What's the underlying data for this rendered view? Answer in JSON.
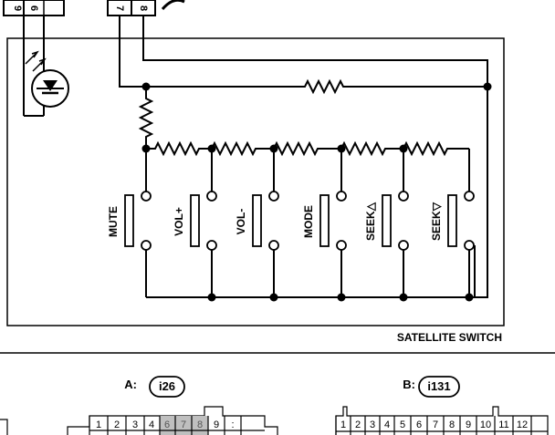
{
  "colors": {
    "line": "#000000",
    "background": "#ffffff",
    "shaded_cell": "#bfbfbf"
  },
  "top_connector_pins": [
    "9",
    "6",
    "7",
    "8"
  ],
  "switches": [
    {
      "label": "MUTE"
    },
    {
      "label": "VOL+"
    },
    {
      "label": "VOL-"
    },
    {
      "label": "MODE"
    },
    {
      "label": "SEEK△"
    },
    {
      "label": "SEEK▽"
    }
  ],
  "enclosure_label": "SATELLITE SWITCH",
  "connector_a": {
    "prefix": "A:",
    "id": "i26",
    "cells": [
      {
        "text": "1",
        "shaded": false
      },
      {
        "text": "2",
        "shaded": false
      },
      {
        "text": "3",
        "shaded": false
      },
      {
        "text": "4",
        "shaded": false
      },
      {
        "text": "6",
        "shaded": true
      },
      {
        "text": "7",
        "shaded": true
      },
      {
        "text": "8",
        "shaded": true
      },
      {
        "text": "9",
        "shaded": false
      },
      {
        "text": ":",
        "shaded": false
      }
    ]
  },
  "connector_b": {
    "prefix": "B:",
    "id": "i131",
    "cells": [
      "1",
      "2",
      "3",
      "4",
      "5",
      "6",
      "7",
      "8",
      "9",
      "10",
      "11",
      "12"
    ]
  }
}
